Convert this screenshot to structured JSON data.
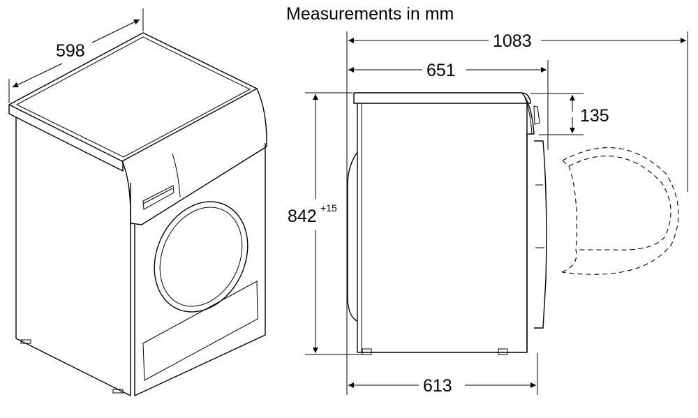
{
  "title": "Measurements in mm",
  "dimensions": {
    "width": "598",
    "total_depth_door_open": "1083",
    "depth": "651",
    "height": "842",
    "height_tolerance": "+15",
    "panel_height": "135",
    "base_depth": "613"
  },
  "colors": {
    "line": "#000000",
    "background": "#ffffff"
  }
}
